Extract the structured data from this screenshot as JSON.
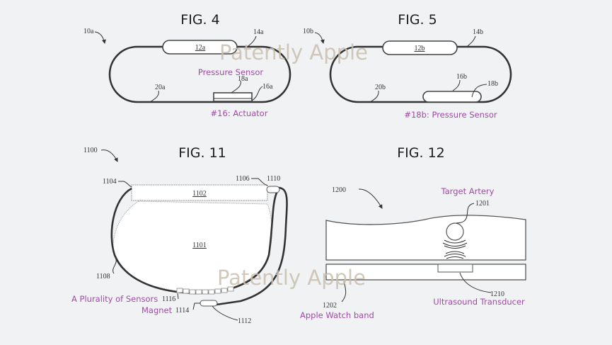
{
  "watermark": "Patently Apple",
  "fig4": {
    "title": "FIG. 4",
    "refs": {
      "assembly": "10a",
      "display": "12a",
      "connector": "14a",
      "sensor": "18a",
      "actuator": "16a",
      "band": "20a"
    },
    "labels": {
      "pressure_sensor": "Pressure Sensor",
      "actuator": "#16: Actuator"
    }
  },
  "fig5": {
    "title": "FIG. 5",
    "refs": {
      "assembly": "10b",
      "display": "12b",
      "connector": "14b",
      "actuator": "16b",
      "sensor": "18b",
      "band": "20b"
    },
    "labels": {
      "pressure_sensor": "#18b: Pressure Sensor"
    }
  },
  "fig11": {
    "title": "FIG. 11",
    "refs": {
      "assembly": "1100",
      "wrist": "1101",
      "housing": "1102",
      "edge": "1104",
      "end": "1106",
      "band": "1108",
      "clasp": "1110",
      "tail": "1112",
      "magnet": "1114",
      "sensors": "1116"
    },
    "labels": {
      "sensors": "A Plurality of Sensors",
      "magnet": "Magnet"
    }
  },
  "fig12": {
    "title": "FIG. 12",
    "refs": {
      "assembly": "1200",
      "artery": "1201",
      "band": "1202",
      "transducer": "1210"
    },
    "labels": {
      "artery": "Target Artery",
      "band": "Apple Watch band",
      "transducer": "Ultrasound Transducer"
    }
  }
}
